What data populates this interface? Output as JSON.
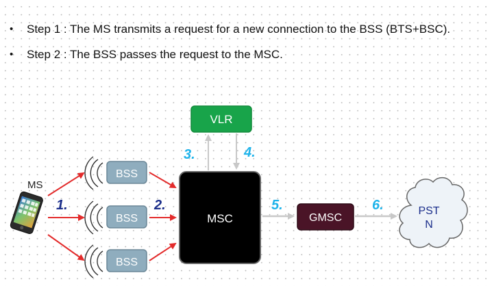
{
  "steps": [
    {
      "text": "Step 1 : The MS transmits a request for a new connection to the BSS (BTS+BSC)."
    },
    {
      "text": "Step 2 : The BSS passes the request to the MSC."
    }
  ],
  "diagram": {
    "ms_label": "MS",
    "bss_labels": [
      "BSS",
      "BSS",
      "BSS"
    ],
    "msc_label": "MSC",
    "vlr_label": "VLR",
    "gmsc_label": "GMSC",
    "pstn_label_line1": "PST",
    "pstn_label_line2": "N",
    "step_markers": [
      "1.",
      "2.",
      "3.",
      "4.",
      "5.",
      "6."
    ]
  },
  "colors": {
    "red_arrow": "#e32b2b",
    "gray_arrow": "#c8c8c8",
    "bss_fill": "#8fadbe",
    "vlr_fill": "#18a44a",
    "msc_fill": "#000000",
    "gmsc_fill": "#4a1427",
    "pstn_fill": "#eef3f8",
    "marker_dark": "#1a2d8a",
    "marker_cyan": "#1fb3ea"
  },
  "icons": [
    "smartphone-icon",
    "antenna-signal-icon",
    "cloud-icon"
  ]
}
